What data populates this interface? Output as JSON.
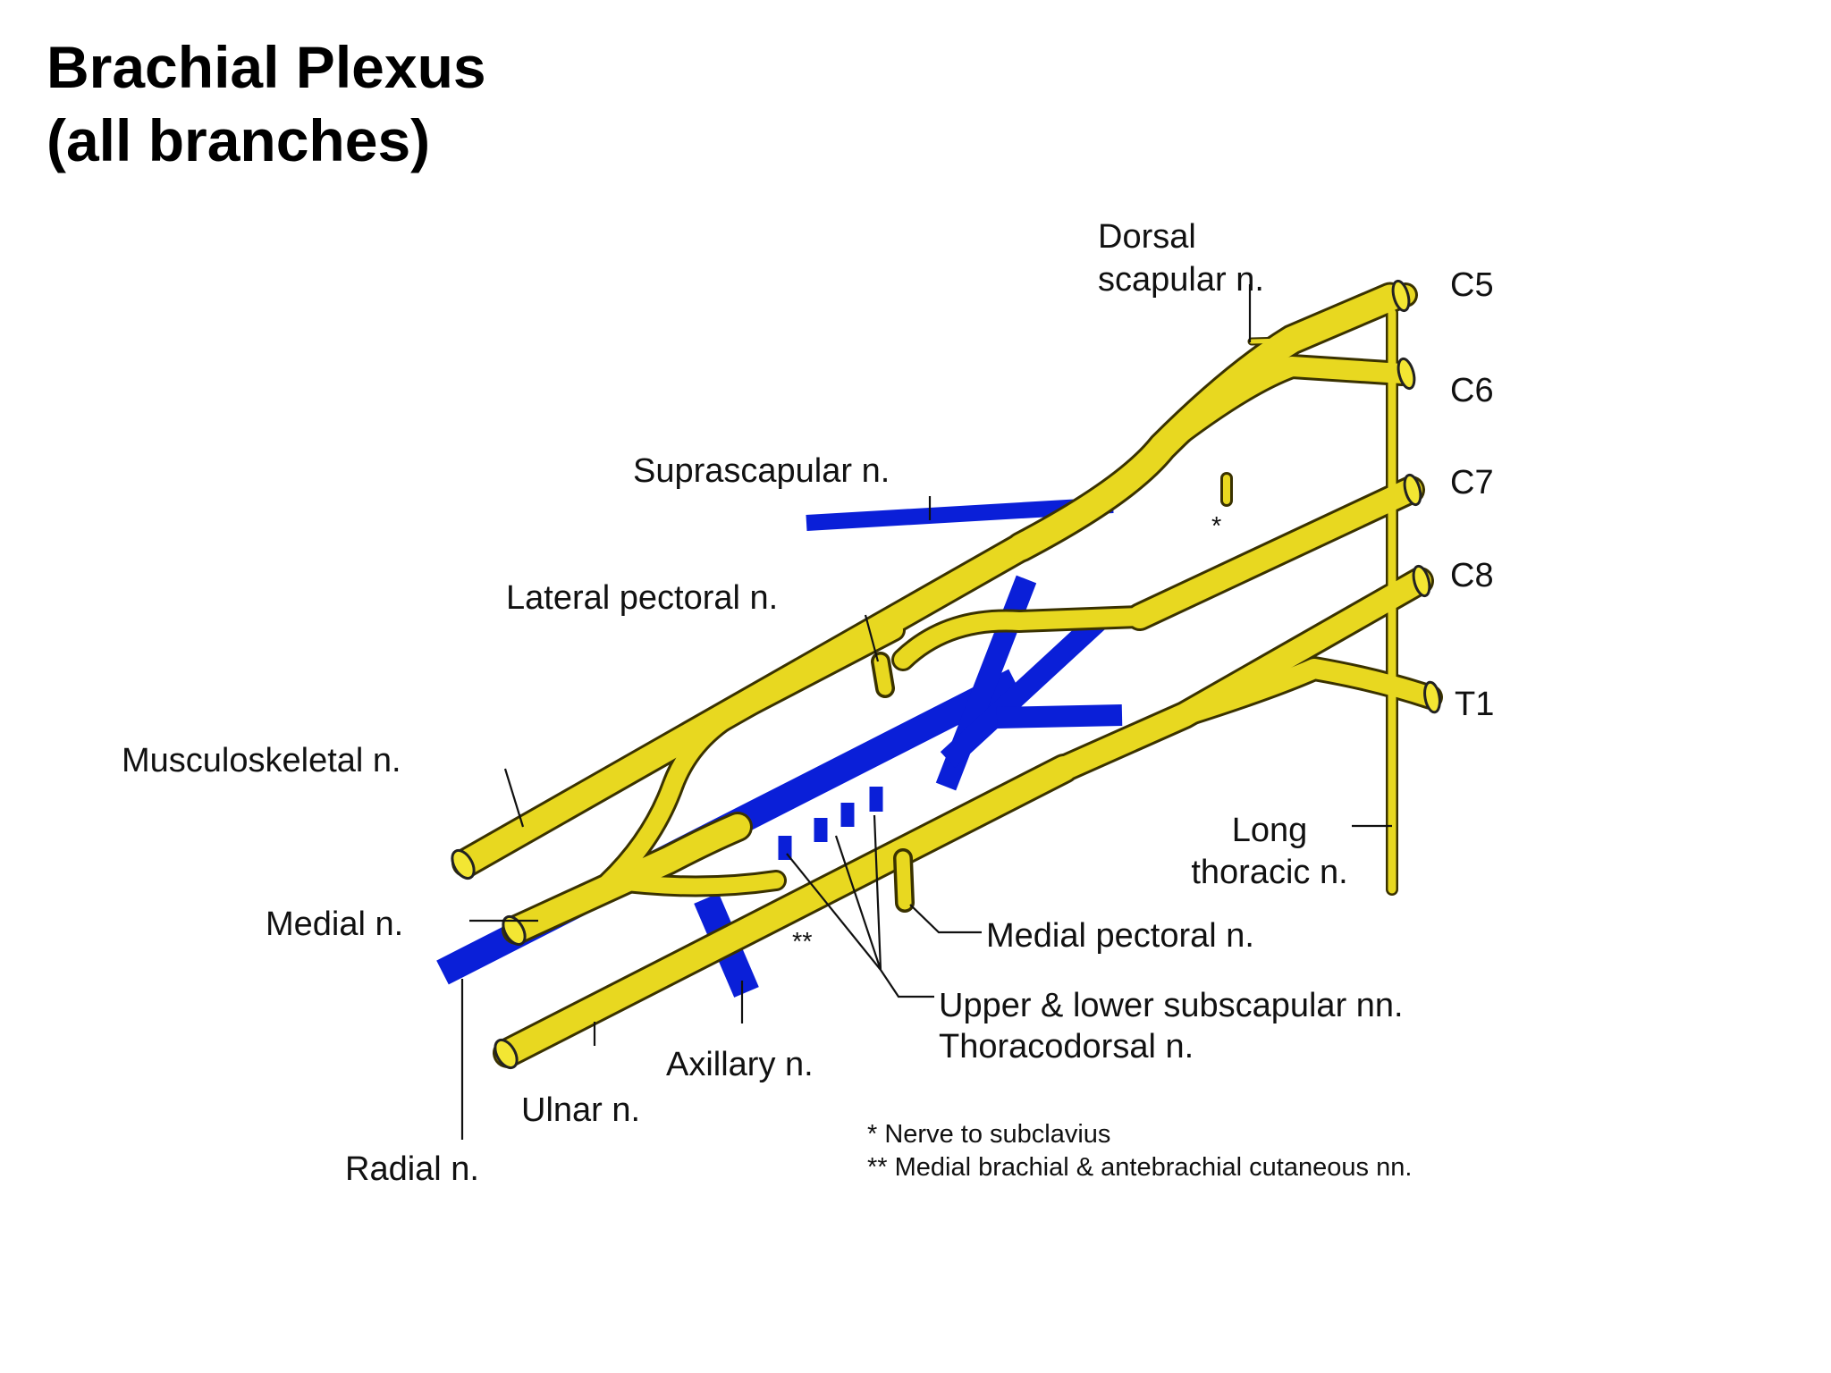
{
  "title": {
    "line1": "Brachial Plexus",
    "line2": "(all branches)"
  },
  "labels": {
    "dorsal_scapular_1": "Dorsal",
    "dorsal_scapular_2": "scapular n.",
    "c5": "C5",
    "c6": "C6",
    "c7": "C7",
    "c8": "C8",
    "t1": "T1",
    "suprascapular": "Suprascapular n.",
    "lateral_pectoral": "Lateral pectoral n.",
    "musculoskeletal": "Musculoskeletal n.",
    "medial": "Medial n.",
    "long_thoracic_1": "Long",
    "long_thoracic_2": "thoracic n.",
    "medial_pectoral": "Medial pectoral n.",
    "subscapular": "Upper & lower subscapular nn.",
    "thoracodorsal": "Thoracodorsal n.",
    "axillary": "Axillary n.",
    "ulnar": "Ulnar n.",
    "radial": "Radial n.",
    "asterisk_single": "*",
    "asterisk_double": "**"
  },
  "notes": {
    "single": "* Nerve to subclavius",
    "double": "** Medial brachial & antebrachial cutaneous nn."
  },
  "colors": {
    "nerve_yellow": "#e8d820",
    "posterior_cord_blue": "#0a1fd8",
    "outline": "#3a3200"
  }
}
